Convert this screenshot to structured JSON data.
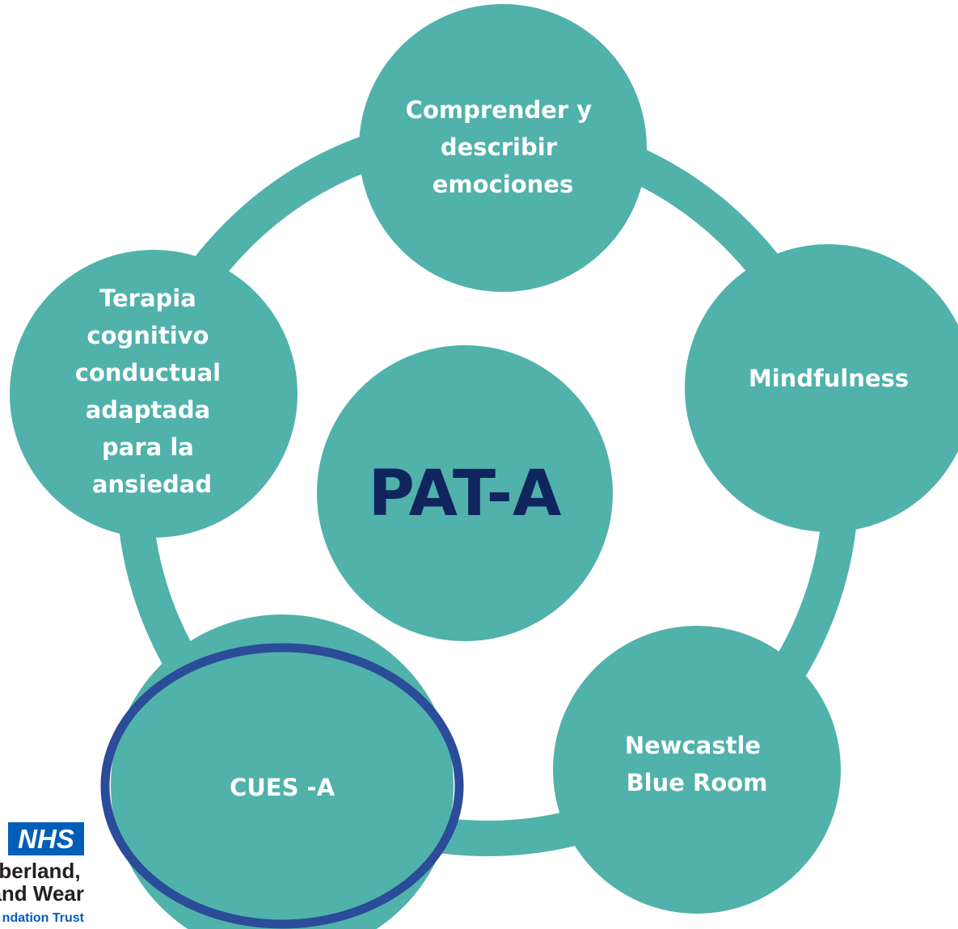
{
  "colors": {
    "teal": "#50b2aa",
    "center_text": "#10255e",
    "node_text": "#ffffff",
    "highlight_ring": "#2b4c99",
    "nhs_blue": "#005eb8"
  },
  "center": {
    "label": "PAT-A"
  },
  "nodes": [
    {
      "id": "comprender",
      "lines": [
        "Comprender y",
        "describir",
        "emociones"
      ]
    },
    {
      "id": "mindfulness",
      "lines": [
        "Mindfulness"
      ]
    },
    {
      "id": "newcastle",
      "lines": [
        "Newcastle",
        "Blue Room"
      ]
    },
    {
      "id": "cues",
      "lines": [
        "CUES -A"
      ],
      "highlighted": true
    },
    {
      "id": "terapia",
      "lines": [
        "Terapia",
        "cognitivo",
        "conductual",
        "adaptada",
        "para la",
        "ansiedad"
      ]
    }
  ],
  "logo": {
    "badge": "NHS",
    "lines": [
      "mberland,",
      "and Wear",
      "ndation Trust"
    ]
  }
}
